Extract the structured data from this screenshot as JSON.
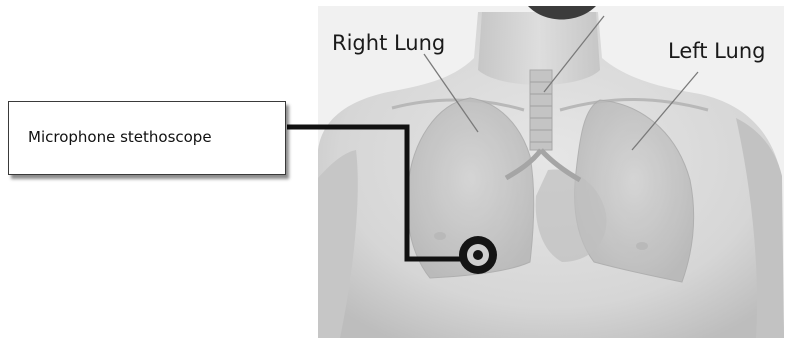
{
  "labels": {
    "right_lung": "Right Lung",
    "left_lung": "Left Lung",
    "device": "Microphone stethoscope"
  },
  "colors": {
    "background": "#ffffff",
    "skin": "#d9d9d9",
    "lung": "#c9c9c9",
    "cable": "#111111",
    "callout_border": "#3a3a3a"
  },
  "icons": {
    "stethoscope": "stethoscope-icon"
  }
}
